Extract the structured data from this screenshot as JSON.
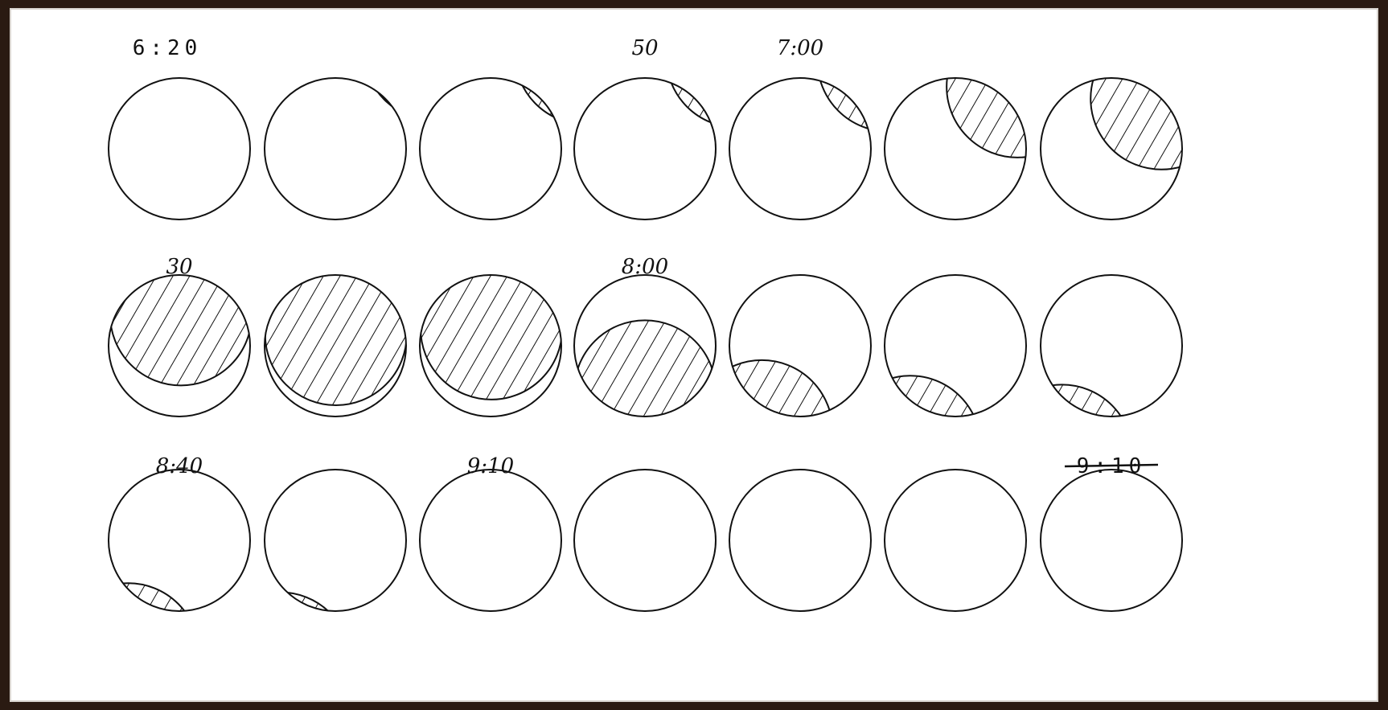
{
  "title": "",
  "rows": [
    {
      "frames": [
        {
          "label": "6:20",
          "label_style": "typed",
          "coverage": null
        },
        {
          "label": "",
          "coverage": {
            "from": "top-right",
            "fraction": 0.01
          }
        },
        {
          "label": "",
          "coverage": {
            "from": "top-right",
            "fraction": 0.05
          }
        },
        {
          "label": "50",
          "label_style": "hand",
          "coverage": {
            "from": "top-right",
            "fraction": 0.08
          }
        },
        {
          "label": "7:00",
          "label_style": "hand",
          "coverage": {
            "from": "top-right",
            "fraction": 0.12
          }
        },
        {
          "label": "",
          "coverage": {
            "from": "top-right",
            "fraction": 0.38
          }
        },
        {
          "label": "",
          "coverage": {
            "from": "top-right",
            "fraction": 0.5
          }
        }
      ]
    },
    {
      "frames": [
        {
          "label": "30",
          "label_style": "hand",
          "coverage": {
            "from": "top",
            "fraction": 0.78
          }
        },
        {
          "label": "",
          "coverage": {
            "from": "top",
            "fraction": 0.92
          }
        },
        {
          "label": "",
          "coverage": {
            "from": "top",
            "fraction": 0.88
          }
        },
        {
          "label": "8:00",
          "label_style": "hand",
          "coverage": {
            "from": "bottom",
            "fraction": 0.68
          }
        },
        {
          "label": "",
          "coverage": {
            "from": "bottom-left",
            "fraction": 0.34
          }
        },
        {
          "label": "",
          "coverage": {
            "from": "bottom-left",
            "fraction": 0.22
          }
        },
        {
          "label": "",
          "coverage": {
            "from": "bottom-left",
            "fraction": 0.15
          }
        }
      ]
    },
    {
      "frames": [
        {
          "label": "8:40",
          "label_style": "hand",
          "coverage": {
            "from": "bottom-left",
            "fraction": 0.12
          }
        },
        {
          "label": "",
          "coverage": {
            "from": "bottom-left",
            "fraction": 0.05
          }
        },
        {
          "label": "9:10",
          "label_style": "hand",
          "coverage": null
        },
        {
          "label": "",
          "coverage": null
        },
        {
          "label": "",
          "coverage": null
        },
        {
          "label": "",
          "coverage": null
        },
        {
          "label": "9:10",
          "label_style": "typed",
          "struck": true,
          "coverage": null
        }
      ]
    }
  ],
  "colors": {
    "ink": "#111111",
    "paper": "#ffffff",
    "border": "#2a1a12"
  }
}
